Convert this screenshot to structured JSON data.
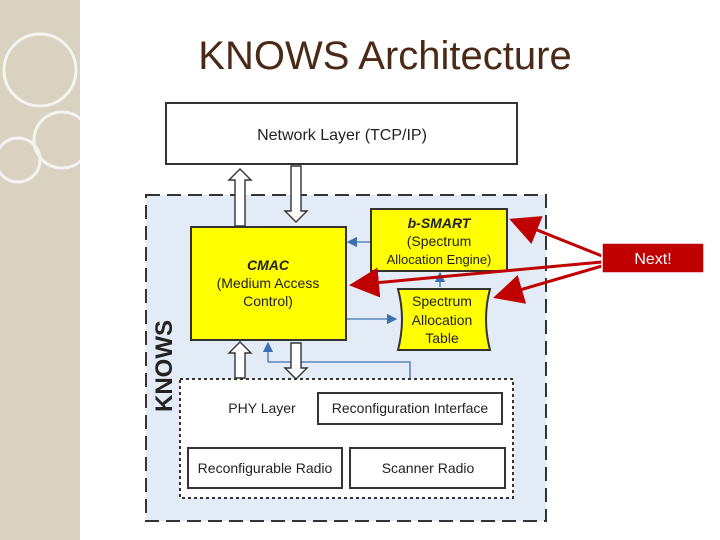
{
  "slide": {
    "title": "KNOWS Architecture"
  },
  "diagram": {
    "network_layer": "Network Layer (TCP/IP)",
    "knows_label": "KNOWS",
    "cmac": {
      "title": "CMAC",
      "lines": [
        "(Medium Access",
        "Control)"
      ]
    },
    "bsmart": {
      "title": "b-SMART",
      "lines": [
        "(Spectrum",
        "Allocation Engine)"
      ]
    },
    "spectrum_table": {
      "lines": [
        "Spectrum",
        "Allocation",
        "Table"
      ]
    },
    "phy_layer": "PHY Layer",
    "reconfiguration_interface": "Reconfiguration Interface",
    "reconfigurable_radio": "Reconfigurable Radio",
    "scanner_radio": "Scanner Radio",
    "callout": "Next!"
  },
  "colors": {
    "title": "#4a2a16",
    "highlight_yellow": "#ffff00",
    "knows_region": "#e3ebf6",
    "callout_red": "#c00000",
    "arrow_blue": "#3e6fb0",
    "sidebar": "#d9d2c0"
  }
}
